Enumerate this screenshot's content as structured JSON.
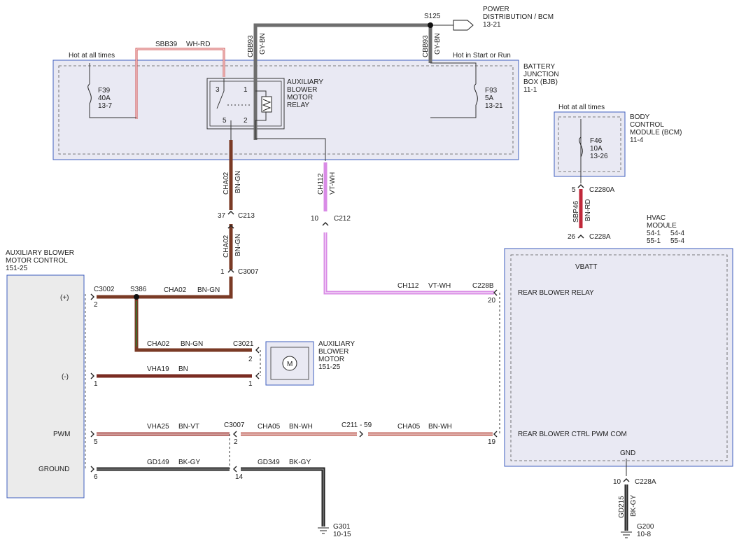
{
  "colors": {
    "gy_bn": "#6e6e6e",
    "bn_gn": "#7a3a25",
    "vt_wh": "#d98be6",
    "bn_rd": "#c0283a",
    "bn": "#7a2b22",
    "bn_vt": "#a5433f",
    "bn_wh": "#c2665c",
    "bk_gy": "#222222",
    "wh_rd": "#d05050",
    "module_border": "#3f5fbf",
    "module_fill": "#e9e9f3"
  },
  "labels": {
    "s125": "S125",
    "power_dist": "POWER",
    "power_dist2": "DISTRIBUTION / BCM",
    "power_dist_ref": "13-21",
    "cbb93_a": "CBB93",
    "gybn_a": "GY-BN",
    "cbb93_b": "CBB93",
    "gybn_b": "GY-BN",
    "hot_left": "Hot at all times",
    "sbb39": "SBB39",
    "whrd": "WH-RD",
    "hot_start": "Hot in Start or Run",
    "bjb1": "BATTERY",
    "bjb2": "JUNCTION",
    "bjb3": "BOX (BJB)",
    "bjb_ref": "11-1",
    "f39": "F39",
    "f39_amp": "40A",
    "f39_ref": "13-7",
    "relay1": "AUXILIARY",
    "relay2": "BLOWER",
    "relay3": "MOTOR",
    "relay4": "RELAY",
    "pin3": "3",
    "pin1": "1",
    "pin5": "5",
    "pin2": "2",
    "f93": "F93",
    "f93_amp": "5A",
    "f93_ref": "13-21",
    "hot_bcm": "Hot at all times",
    "bcm1": "BODY",
    "bcm2": "CONTROL",
    "bcm3": "MODULE (BCM)",
    "bcm_ref": "11-4",
    "f46": "F46",
    "f46_amp": "10A",
    "f46_ref": "13-26",
    "cha02_a": "CHA02",
    "bngn_a": "BN-GN",
    "ch112_a": "CH112",
    "vtwh_a": "VT-WH",
    "pin5_c2280a": "5",
    "c2280a": "C2280A",
    "sbp46": "SBP46",
    "bnrd": "BN-RD",
    "pin37": "37",
    "c213": "C213",
    "pin10_c212": "10",
    "c212": "C212",
    "hvac1": "HVAC",
    "hvac2": "MODULE",
    "hvac_r1a": "54-1",
    "hvac_r1b": "54-4",
    "hvac_r2a": "55-1",
    "hvac_r2b": "55-4",
    "pin26": "26",
    "c228a_top": "C228A",
    "cha02_b": "CHA02",
    "bngn_b": "BN-GN",
    "abmc1": "AUXILIARY BLOWER",
    "abmc2": "MOTOR CONTROL",
    "abmc_ref": "151-25",
    "pin1_c3007": "1",
    "c3007_top": "C3007",
    "vbatt": "VBATT",
    "c3002": "C3002",
    "s386": "S386",
    "cha02_c": "CHA02",
    "bngn_c": "BN-GN",
    "ch112_b": "CH112",
    "vtwh_b": "VT-WH",
    "c228b": "C228B",
    "plus": "(+)",
    "pin2_c3002": "2",
    "rear_relay": "REAR BLOWER RELAY",
    "pin20": "20",
    "motor1": "AUXILIARY",
    "motor2": "BLOWER",
    "motor3": "MOTOR",
    "motor_ref": "151-25",
    "motor_m": "M",
    "cha02_d": "CHA02",
    "bngn_d": "BN-GN",
    "c3021": "C3021",
    "pin2_c3021": "2",
    "vha19": "VHA19",
    "bn": "BN",
    "minus": "(-)",
    "pin1_minus": "1",
    "pin1_motor": "1",
    "pwm": "PWM",
    "vha25": "VHA25",
    "bnvt": "BN-VT",
    "c3007_mid": "C3007",
    "cha05_a": "CHA05",
    "bnwh_a": "BN-WH",
    "c211": "C211 - 59",
    "cha05_b": "CHA05",
    "bnwh_b": "BN-WH",
    "rear_pwm": "REAR BLOWER CTRL PWM COM",
    "pin5_pwm": "5",
    "pin2_pwm": "2",
    "pin19": "19",
    "gnd": "GND",
    "ground": "GROUND",
    "gd149": "GD149",
    "bkgy_a": "BK-GY",
    "gd349": "GD349",
    "bkgy_b": "BK-GY",
    "pin10_c228a": "10",
    "c228a_bot": "C228A",
    "pin6": "6",
    "pin14": "14",
    "gd215": "GD215",
    "bkgy_c": "BK-GY",
    "g301": "G301",
    "g301_ref": "10-15",
    "g200": "G200",
    "g200_ref": "10-8"
  }
}
